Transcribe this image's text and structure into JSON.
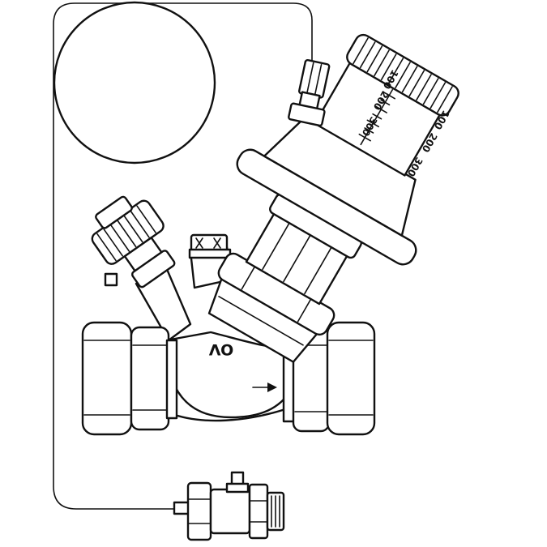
{
  "figure": {
    "left_scale": [
      "100",
      "200",
      "300"
    ],
    "right_scale": [
      "100",
      "200",
      "300"
    ],
    "body_marking": "OV",
    "colors": {
      "line": "#111111",
      "background": "#ffffff"
    }
  }
}
